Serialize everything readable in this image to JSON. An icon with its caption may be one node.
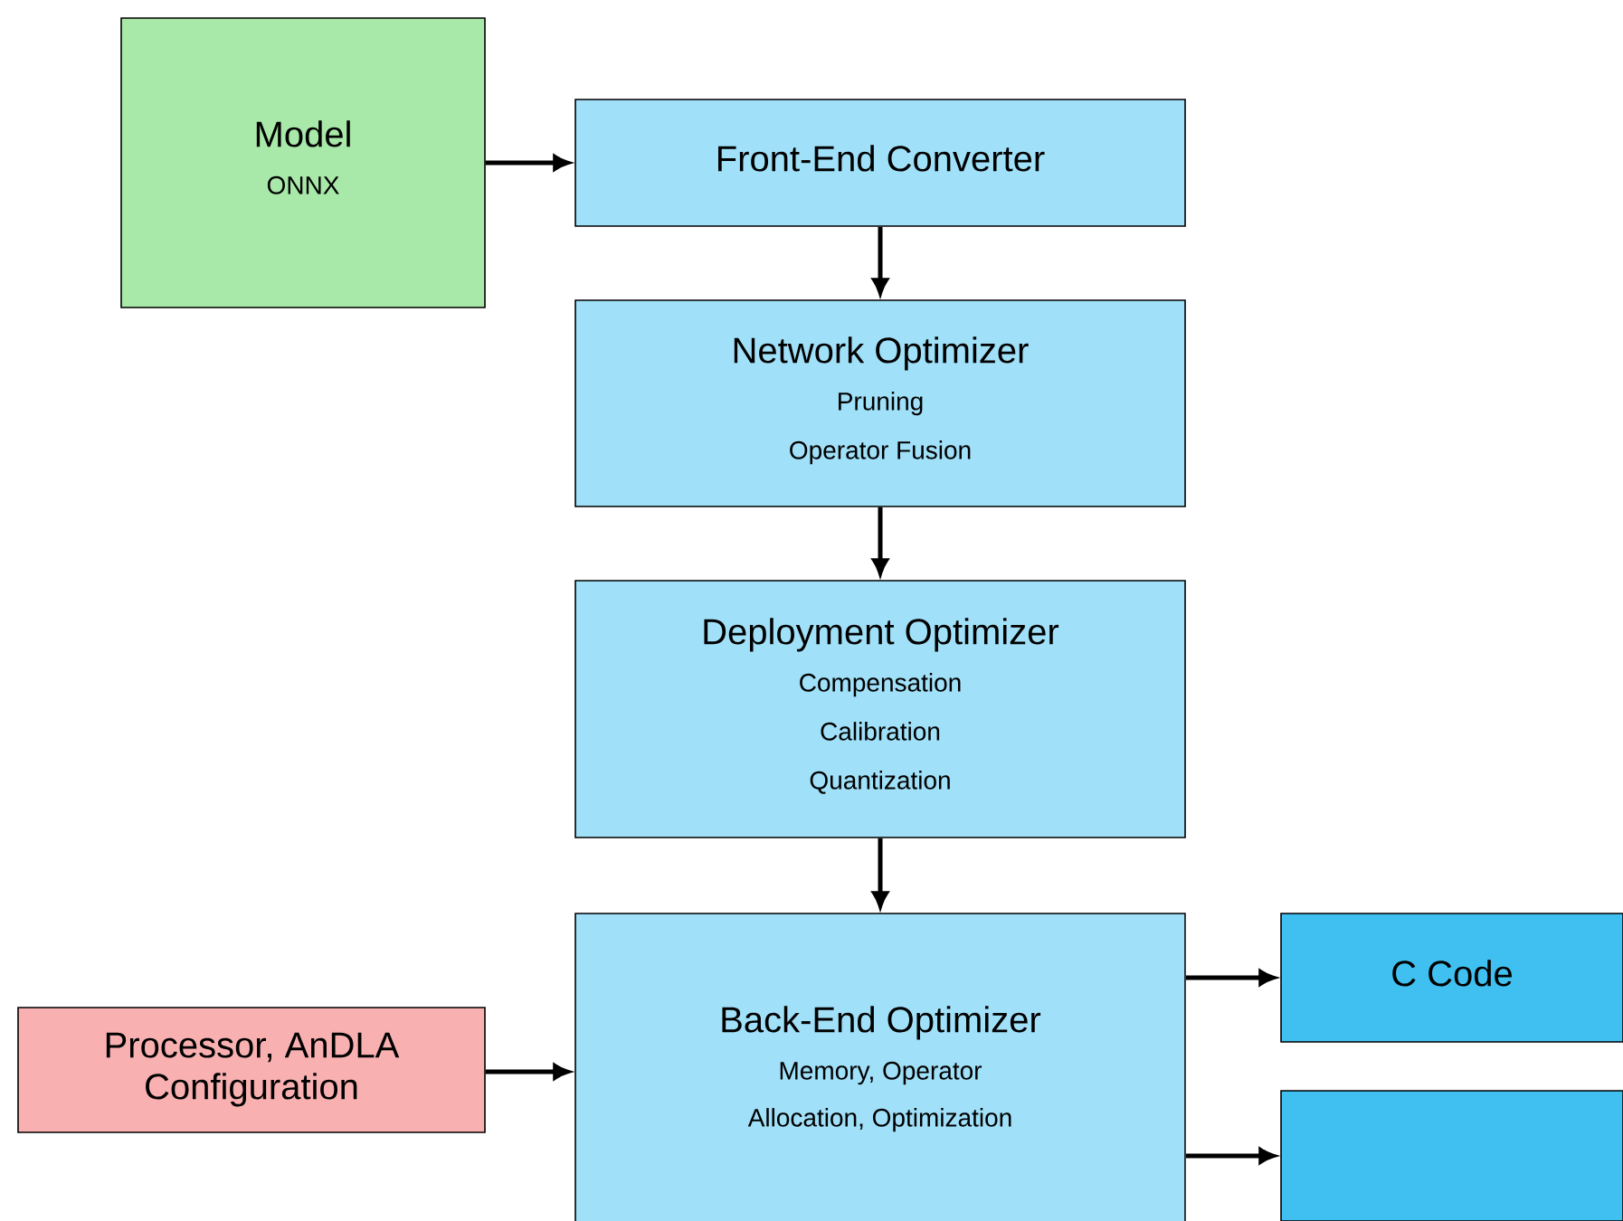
{
  "diagram": {
    "nodes": [
      {
        "text": [
          "Model",
          "ONNX"
        ]
      },
      {
        "text": [
          "Front-End Converter"
        ]
      },
      {
        "text": [
          "Network Optimizer",
          "Pruning",
          "Operator Fusion"
        ]
      },
      {
        "text": [
          "Deployment Optimizer",
          "Compensation",
          "Calibration",
          "Quantization"
        ]
      },
      {
        "text": [
          "Back-End Optimizer",
          "Memory, Operator Allocation, Optimization"
        ]
      },
      {
        "text": [
          "Processor, AnDLA Configuration"
        ]
      },
      {
        "text": [
          "C Code"
        ]
      },
      {
        "text": [],
        "shape": "box"
      }
    ],
    "edges": [
      {
        "from": 0,
        "to": 1,
        "arrow": "to"
      },
      {
        "from": 1,
        "to": 2,
        "arrow": "to"
      },
      {
        "from": 2,
        "to": 3,
        "arrow": "to"
      },
      {
        "from": 3,
        "to": 4,
        "arrow": "to"
      },
      {
        "from": 5,
        "to": 4,
        "arrow": "to"
      },
      {
        "from": 4,
        "to": 6,
        "arrow": "to"
      },
      {
        "from": 4,
        "to": 7,
        "arrow": "to"
      }
    ]
  }
}
